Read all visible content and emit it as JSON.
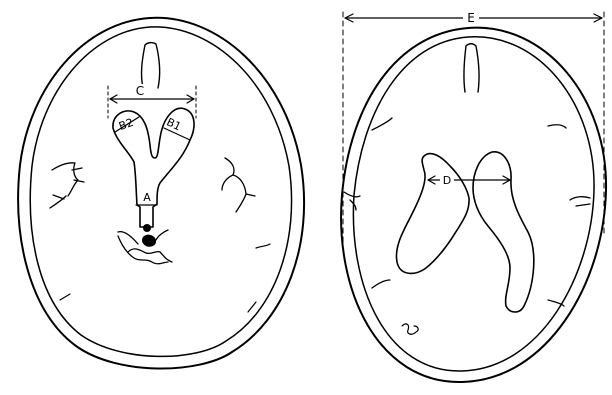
{
  "figure": {
    "label_a": "A",
    "label_b1": "B1",
    "label_b2": "B2",
    "label_c": "C",
    "label_d": "D",
    "label_e": "E"
  },
  "colors": {
    "ink": "#000000",
    "background": "#ffffff"
  }
}
